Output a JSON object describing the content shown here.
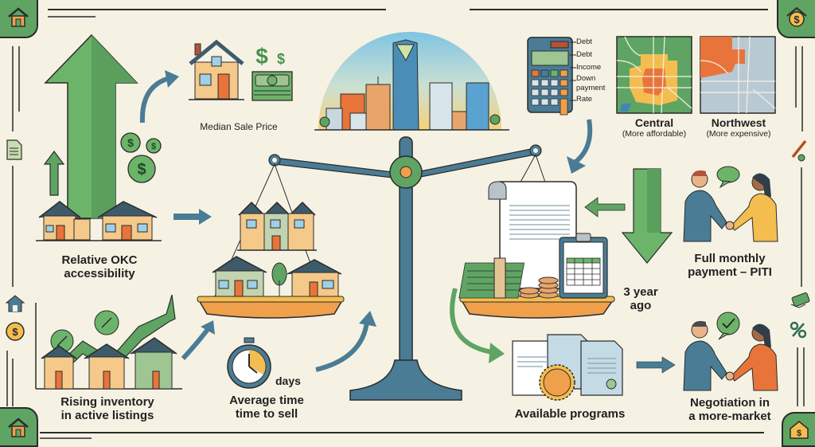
{
  "title": "OKC housing market balance infographic",
  "colors": {
    "background": "#f5f2e4",
    "green": "#5fa463",
    "steel_blue": "#4a7c95",
    "orange": "#f0a04b",
    "map_orange": "#e8743b",
    "map_yellow": "#f4bd4f",
    "map_grey": "#b8c9d3"
  },
  "top": {
    "median_sale_price": {
      "label": "Median Sale Price",
      "icons": [
        "house-icon",
        "dollar-sign-icon",
        "money-bill-icon"
      ]
    },
    "skyline": {
      "icon": "okc-skyline-icon"
    },
    "calculator": {
      "icon": "calculator-icon",
      "labels": [
        "Debt",
        "Debt",
        "Income",
        "Down payment",
        "Rate"
      ]
    },
    "maps": [
      {
        "title": "Central",
        "subtitle": "(More affordable)"
      },
      {
        "title": "Northwest",
        "subtitle": "(More expensive)"
      }
    ]
  },
  "left": {
    "accessibility": {
      "label_line1": "Relative OKC",
      "label_line2": "accessibility"
    },
    "inventory": {
      "label_line1": "Rising inventory",
      "label_line2": "in active listings"
    }
  },
  "center": {
    "scale": {
      "left_pan": "houses",
      "right_pan": "mortgage-documents-and-money"
    },
    "time_to_sell": {
      "unit": "days",
      "label_line1": "Average time",
      "label_line2": "time to sell"
    }
  },
  "right": {
    "payment": {
      "label_line1": "Full monthly",
      "label_line2": "payment – PITI"
    },
    "comparison": {
      "label_line1": "3 year",
      "label_line2": "ago"
    },
    "programs": {
      "label": "Available programs"
    },
    "negotiation": {
      "label_line1": "Negotiation in",
      "label_line2": "a more-market"
    }
  },
  "side_icons": {
    "left": [
      "home-icon",
      "document-icon",
      "home-icon",
      "dollar-coin-icon",
      "home-icon"
    ],
    "right": [
      "home-dollar-icon",
      "pencil-icon",
      "money-icon",
      "percent-icon",
      "home-dollar-icon"
    ]
  }
}
